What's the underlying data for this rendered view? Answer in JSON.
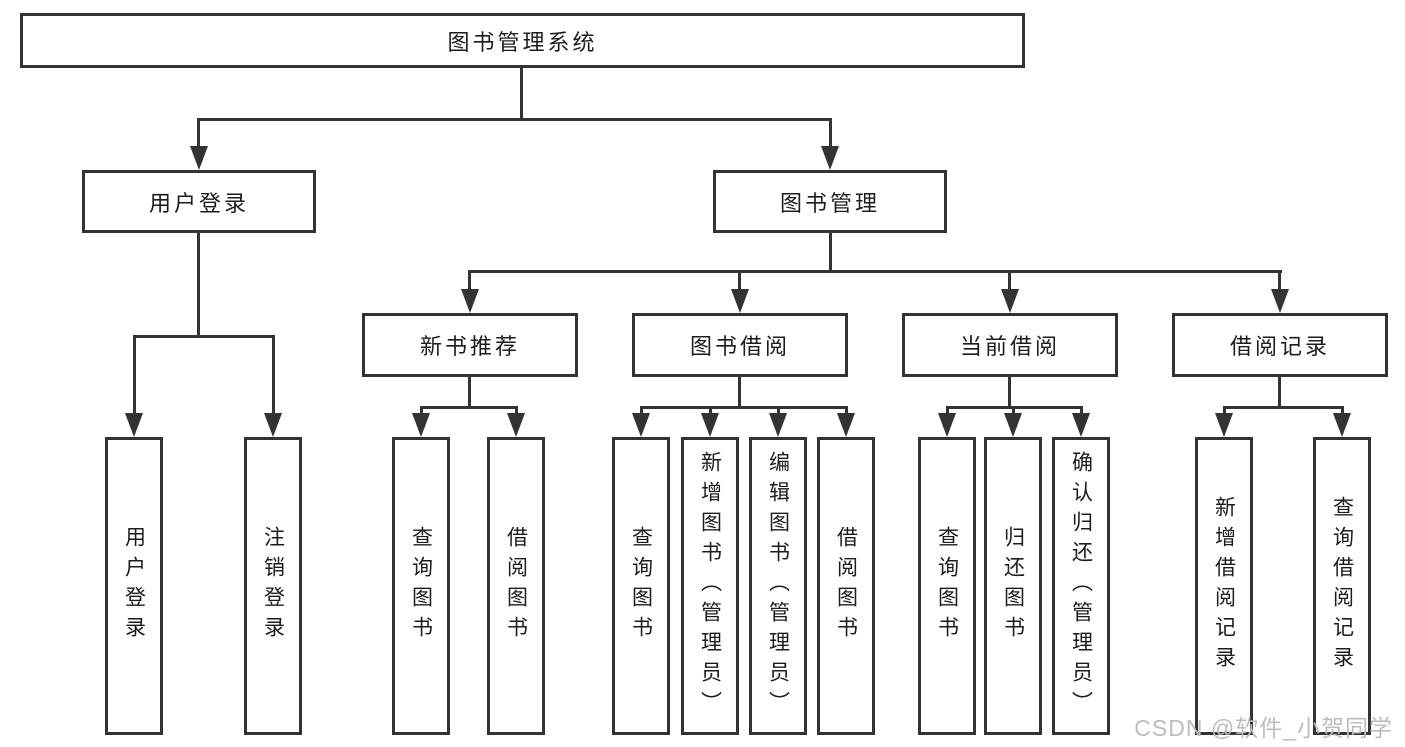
{
  "colors": {
    "line": "#333333",
    "text": "#1c1c1c",
    "watermark": "#bcbcbc",
    "background": "#ffffff"
  },
  "tree": {
    "label": "图书管理系统",
    "children": [
      {
        "label": "用户登录",
        "children": [
          {
            "label": "用户登录"
          },
          {
            "label": "注销登录"
          }
        ]
      },
      {
        "label": "图书管理",
        "children": [
          {
            "label": "新书推荐",
            "children": [
              {
                "label": "查询图书"
              },
              {
                "label": "借阅图书"
              }
            ]
          },
          {
            "label": "图书借阅",
            "children": [
              {
                "label": "查询图书"
              },
              {
                "label": "新增图书（管理员）"
              },
              {
                "label": "编辑图书（管理员）"
              },
              {
                "label": "借阅图书"
              }
            ]
          },
          {
            "label": "当前借阅",
            "children": [
              {
                "label": "查询图书"
              },
              {
                "label": "归还图书"
              },
              {
                "label": "确认归还（管理员）"
              }
            ]
          },
          {
            "label": "借阅记录",
            "children": [
              {
                "label": "新增借阅记录"
              },
              {
                "label": "查询借阅记录"
              }
            ]
          }
        ]
      }
    ]
  },
  "watermark": {
    "text": "CSDN @软件_小贺同学"
  }
}
